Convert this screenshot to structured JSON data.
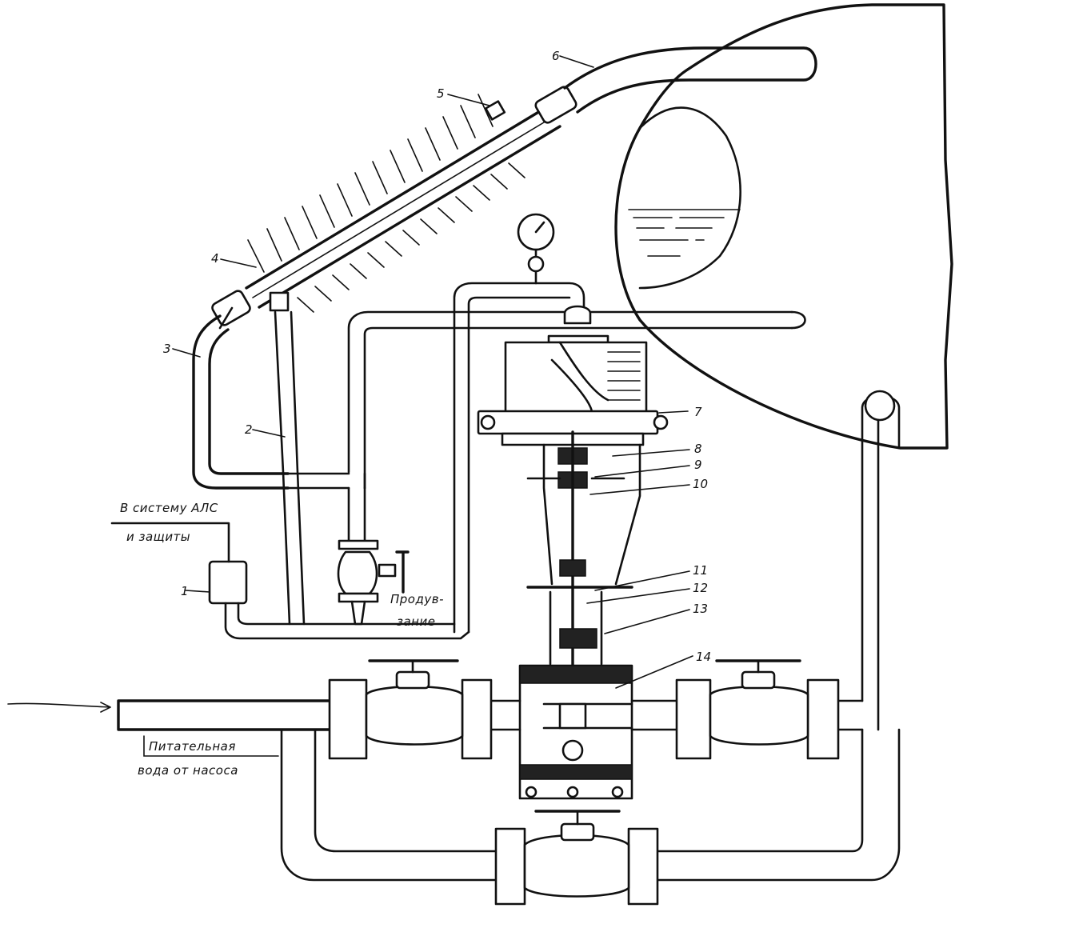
{
  "callouts": [
    "1",
    "2",
    "3",
    "4",
    "5",
    "6",
    "7",
    "8",
    "9",
    "10",
    "11",
    "12",
    "13",
    "14"
  ],
  "labels": {
    "to_system_line1": "В систему АЛС",
    "to_system_line2": "и защиты",
    "purge_line1": "Продув-",
    "purge_line2": "зание",
    "feed_line1": "Питательная",
    "feed_line2": "вода от насоса"
  }
}
